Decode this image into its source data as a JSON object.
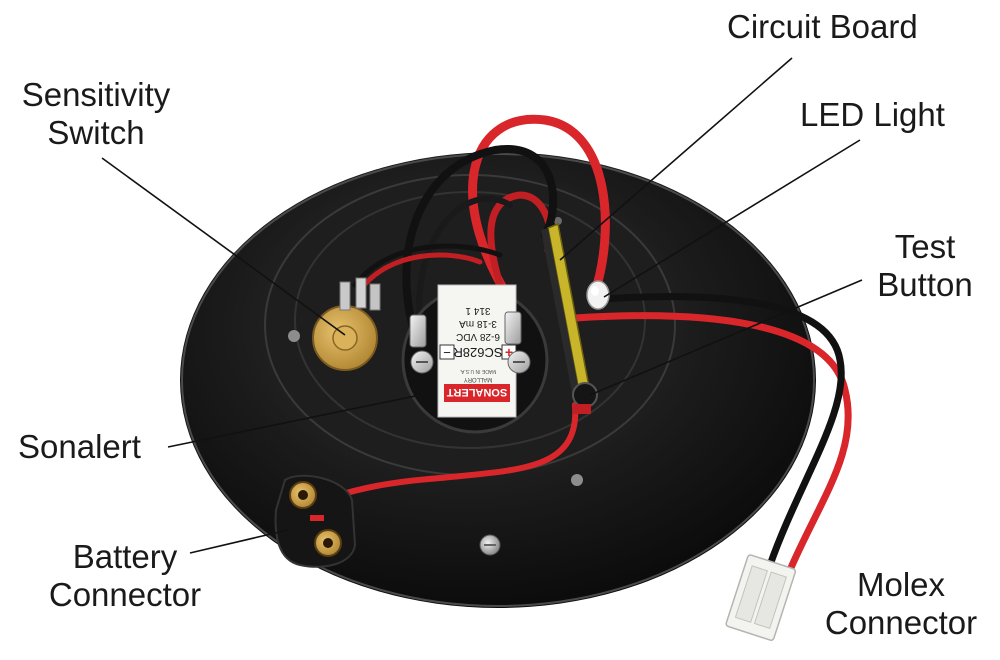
{
  "labels": {
    "sensitivity_switch": [
      "Sensitivity",
      "Switch"
    ],
    "circuit_board": "Circuit Board",
    "led_light": "LED Light",
    "test_button": [
      "Test",
      "Button"
    ],
    "sonalert": "Sonalert",
    "battery_connector": [
      "Battery",
      "Connector"
    ],
    "molex_connector": [
      "Molex",
      "Connector"
    ]
  },
  "sonalert_sticker": {
    "model": "SC628R",
    "voltage": "6-28 VDC",
    "current": "3-18 mA",
    "code": "314 1",
    "brand": "SONALERT",
    "maker": "MALLORY",
    "origin": "MADE IN U.S.A.",
    "minus": "−",
    "plus": "+"
  },
  "colors": {
    "housing": "#141414",
    "wire_red": "#d8262b",
    "wire_black": "#111111",
    "pcb": "#c9b52a",
    "brass": "#c8a24a",
    "label_text": "#1a1a1a"
  }
}
